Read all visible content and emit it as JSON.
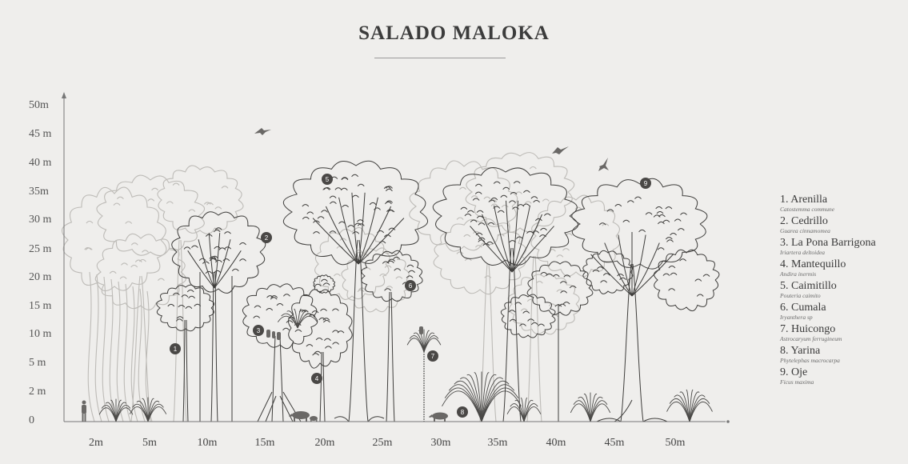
{
  "title": "SALADO MALOKA",
  "y_axis_labels": [
    "50m",
    "45 m",
    "40 m",
    "35m",
    "30 m",
    "25 m",
    "20 m",
    "15 m",
    "10 m",
    "5 m",
    "2 m",
    "0"
  ],
  "x_axis_labels": [
    "2m",
    "5m",
    "10m",
    "15m",
    "20m",
    "25m",
    "30m",
    "35m",
    "40m",
    "45m",
    "50m"
  ],
  "legend": [
    {
      "name": "1. Arenilla",
      "scientific": "Catostemma commune"
    },
    {
      "name": "2. Cedrillo",
      "scientific": "Guarea cinnamomea"
    },
    {
      "name": "3. La Pona Barrigona",
      "scientific": "Iriartera deltoidea"
    },
    {
      "name": "4. Mantequillo",
      "scientific": "Andira inermis"
    },
    {
      "name": "5. Caimitillo",
      "scientific": "Pouteria caimito"
    },
    {
      "name": "6. Cumala",
      "scientific": "Iryanthera sp"
    },
    {
      "name": "7. Huicongo",
      "scientific": "Astrocaryum ferrugineum"
    },
    {
      "name": "8. Yarina",
      "scientific": "Phytelephas macrocarpa"
    },
    {
      "name": "9. Oje",
      "scientific": "Ficus maxima"
    }
  ],
  "markers": [
    {
      "number": "1",
      "species": "Arenilla"
    },
    {
      "number": "2",
      "species": "Cedrillo"
    },
    {
      "number": "3",
      "species": "La Pona Barrigona"
    },
    {
      "number": "4",
      "species": "Mantequillo"
    },
    {
      "number": "5",
      "species": "Caimitillo"
    },
    {
      "number": "6",
      "species": "Cumala"
    },
    {
      "number": "7",
      "species": "Huicongo"
    },
    {
      "number": "8",
      "species": "Yarina"
    },
    {
      "number": "9",
      "species": "Oje"
    }
  ],
  "colors": {
    "background": "#efeeec",
    "ink": "#3a3a3a",
    "faint_ink": "#b8b6b2",
    "marker": "#4a4846"
  }
}
